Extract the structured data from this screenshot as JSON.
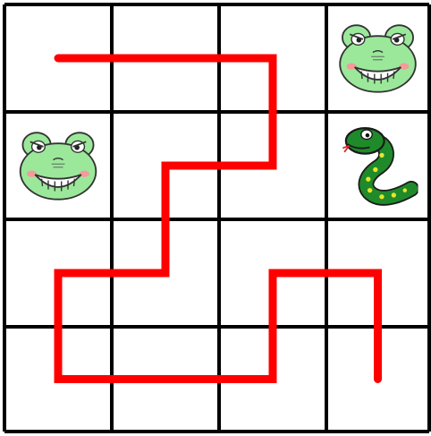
{
  "board": {
    "rows": 4,
    "cols": 4,
    "grid_color": "#000000",
    "cell_fill": "#ffffff"
  },
  "pieces": [
    {
      "type": "frog",
      "icon": "frog-face-icon",
      "row": 0,
      "col": 3
    },
    {
      "type": "frog",
      "icon": "frog-face-icon",
      "row": 1,
      "col": 0
    },
    {
      "type": "snake",
      "icon": "snake-icon",
      "row": 1,
      "col": 3
    }
  ],
  "path": {
    "color": "#ff0000",
    "cells": [
      [
        0,
        0
      ],
      [
        0,
        1
      ],
      [
        0,
        2
      ],
      [
        1,
        2
      ],
      [
        1,
        1
      ],
      [
        2,
        1
      ],
      [
        2,
        0
      ],
      [
        3,
        0
      ],
      [
        3,
        1
      ],
      [
        3,
        2
      ],
      [
        2,
        2
      ],
      [
        2,
        3
      ],
      [
        3,
        3
      ]
    ]
  },
  "colors": {
    "frog_skin": "#9be89b",
    "frog_outline": "#333333",
    "frog_cheek": "#f59a9a",
    "snake_body": "#1f8a2a",
    "snake_spots": "#e7e52b"
  }
}
